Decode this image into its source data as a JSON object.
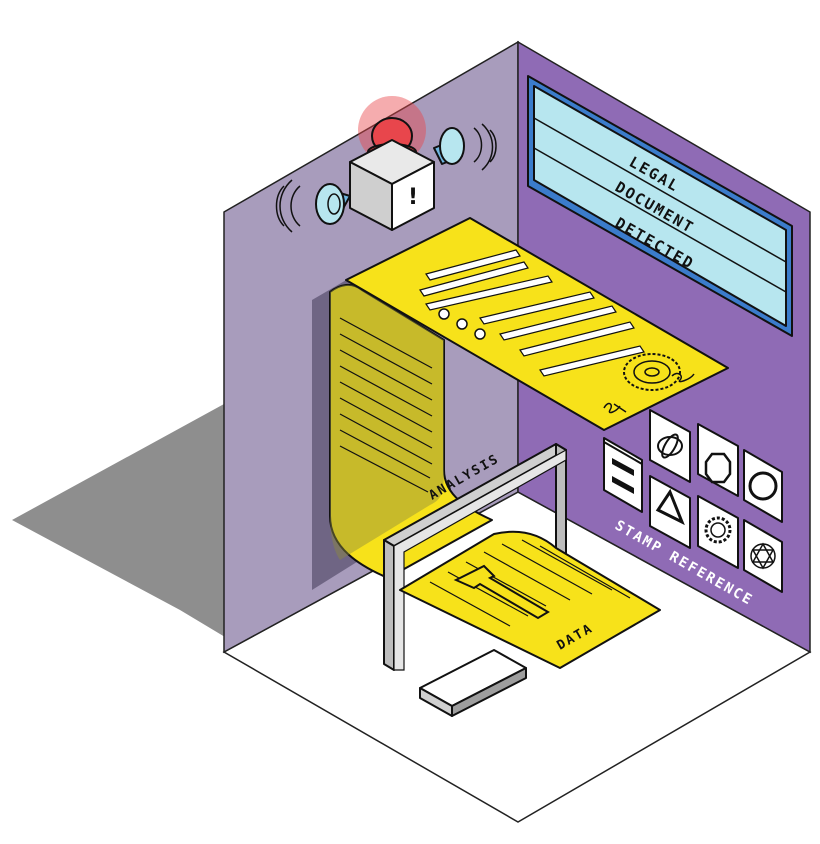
{
  "sign": {
    "line1": "LEGAL",
    "line2": "DOCUMENT",
    "line3": "DETECTED"
  },
  "alarm": {
    "symbol": "!",
    "icon": "siren-icon"
  },
  "labels": {
    "analysis": "ANALYSIS",
    "data": "DATA",
    "stamp_reference": "STAMP REFERENCE"
  },
  "stamp_cards": [
    {
      "icon": "two-bars-icon"
    },
    {
      "icon": "orbit-icon"
    },
    {
      "icon": "octagon-icon"
    },
    {
      "icon": "circle-icon"
    },
    {
      "icon": "double-bar-icon"
    },
    {
      "icon": "triangle-icon"
    },
    {
      "icon": "gear-ring-icon"
    },
    {
      "icon": "hexagram-icon"
    }
  ],
  "colors": {
    "wall_left": "#a89cbc",
    "wall_right": "#8f6bb5",
    "floor": "#ffffff",
    "shadow": "#9a9a9a",
    "paper": "#f7e21a",
    "screen": "#b7e6ef",
    "siren": "#e8464c"
  }
}
